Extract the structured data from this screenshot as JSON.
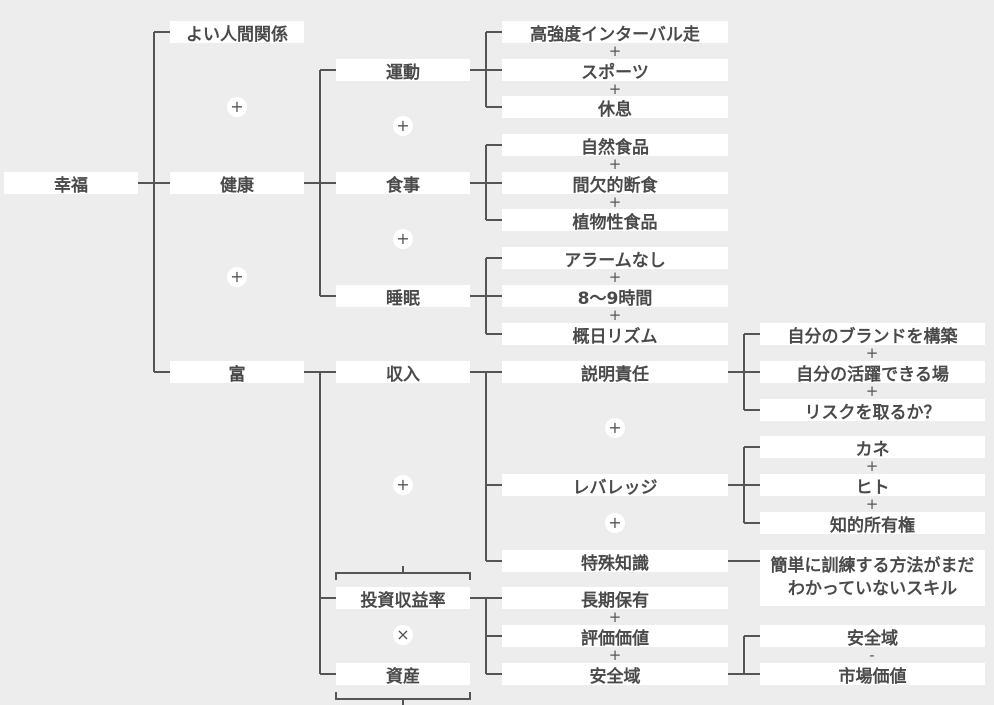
{
  "nodes": {
    "happiness": "幸福",
    "relationships": "よい人間関係",
    "health": "健康",
    "wealth": "富",
    "exercise": "運動",
    "diet": "食事",
    "sleep": "睡眠",
    "hiit": "高強度インターバル走",
    "sports": "スポーツ",
    "rest": "休息",
    "natural_food": "自然食品",
    "fasting": "間欠的断食",
    "plant_food": "植物性食品",
    "no_alarm": "アラームなし",
    "hours": "8〜9時間",
    "circadian": "概日リズム",
    "income": "収入",
    "accountability": "説明責任",
    "leverage": "レバレッジ",
    "specific_knowledge": "特殊知識",
    "own_brand": "自分のブランドを構築",
    "own_arena": "自分の活躍できる場",
    "take_risk": "リスクを取るか？",
    "money": "カネ",
    "people": "ヒト",
    "ip": "知的所有権",
    "skill_note": "簡単に訓練する方法がまだわかっていないスキル",
    "roi": "投資収益率",
    "assets": "資産",
    "long_term": "長期保有",
    "valuation": "評価価値",
    "safety_margin": "安全域",
    "safety_margin_2": "安全域",
    "market_value": "市場価値"
  },
  "operators": {
    "plus": "+",
    "times": "×",
    "minus": "-"
  }
}
